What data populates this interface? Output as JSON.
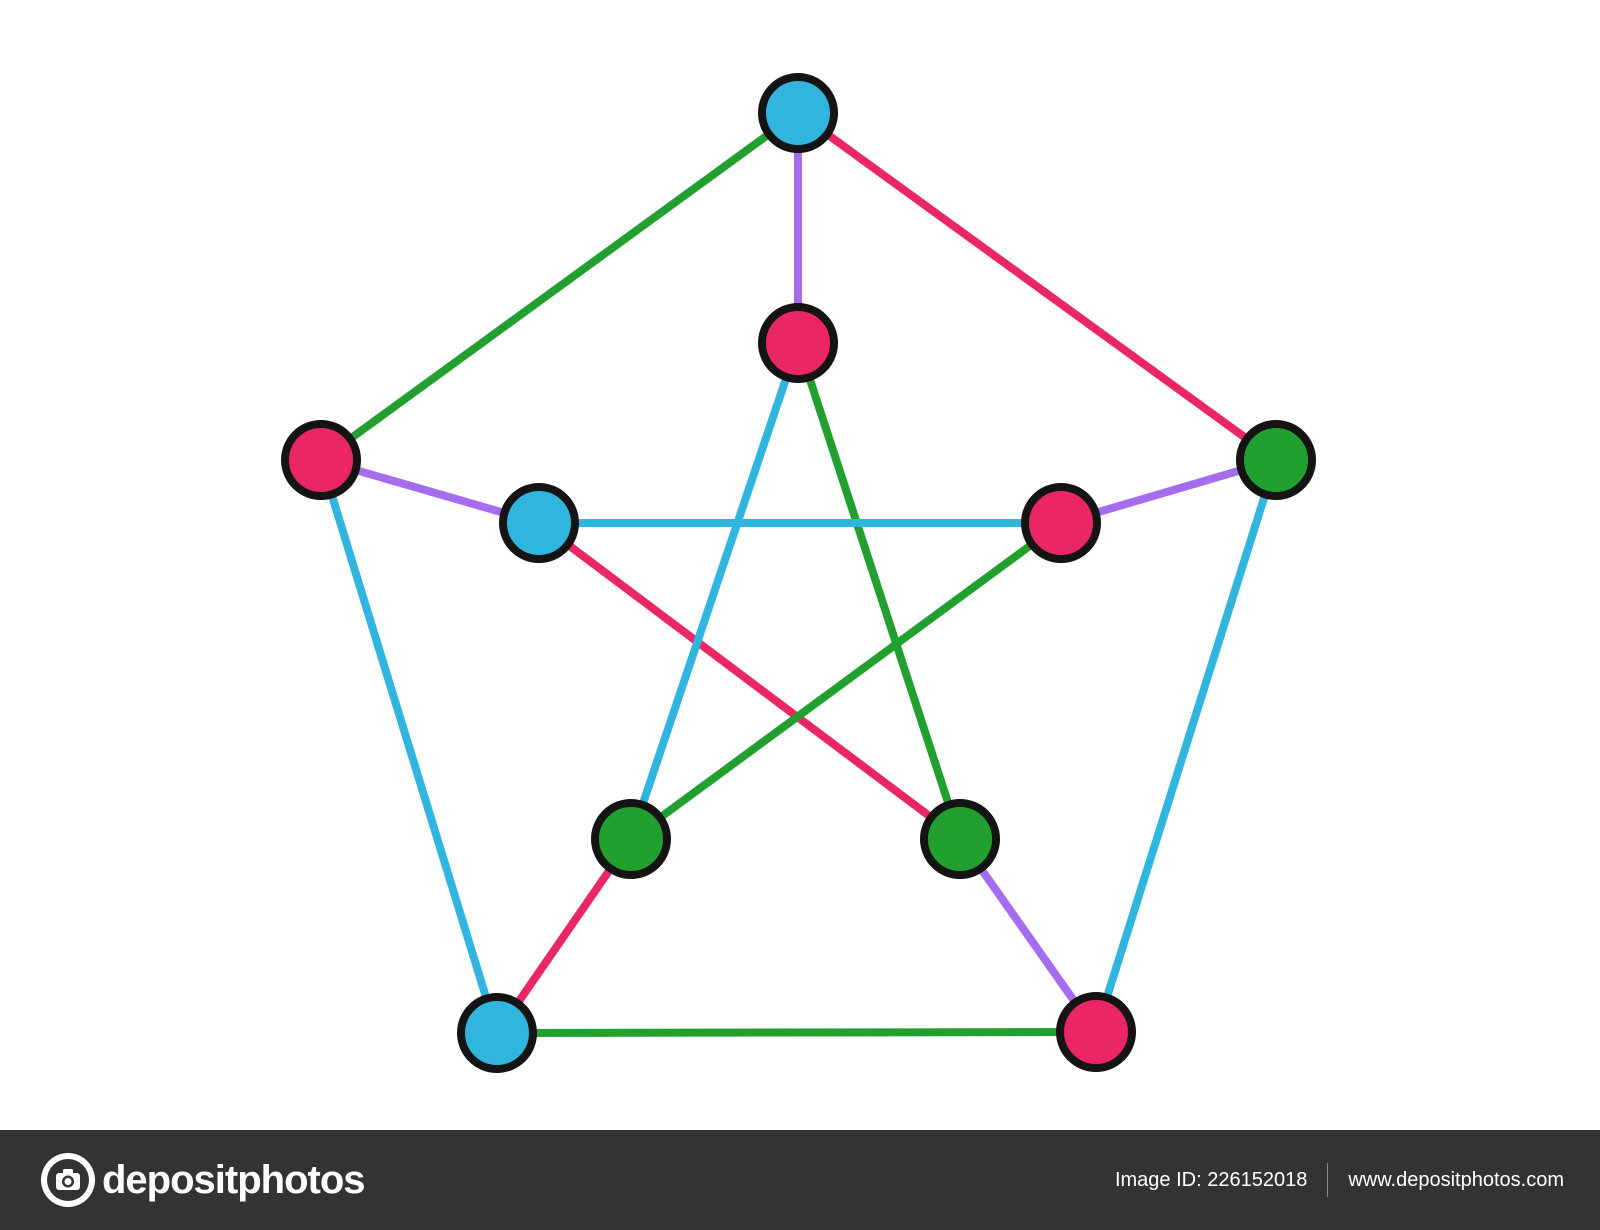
{
  "diagram": {
    "colors": {
      "blue": "#2fb5de",
      "pink": "#ea2664",
      "green": "#22a02f",
      "purple": "#a66cf0",
      "outline": "#141414"
    },
    "nodes": [
      {
        "id": "o0",
        "color": "blue"
      },
      {
        "id": "o1",
        "color": "green"
      },
      {
        "id": "o2",
        "color": "pink"
      },
      {
        "id": "o3",
        "color": "blue"
      },
      {
        "id": "o4",
        "color": "pink"
      },
      {
        "id": "i0",
        "color": "pink"
      },
      {
        "id": "i1",
        "color": "pink"
      },
      {
        "id": "i2",
        "color": "green"
      },
      {
        "id": "i3",
        "color": "green"
      },
      {
        "id": "i4",
        "color": "blue"
      }
    ],
    "edges": [
      {
        "from": "o0",
        "to": "o1",
        "color": "pink"
      },
      {
        "from": "o1",
        "to": "o2",
        "color": "blue"
      },
      {
        "from": "o2",
        "to": "o3",
        "color": "green"
      },
      {
        "from": "o3",
        "to": "o4",
        "color": "blue"
      },
      {
        "from": "o4",
        "to": "o0",
        "color": "green"
      },
      {
        "from": "o0",
        "to": "i0",
        "color": "purple"
      },
      {
        "from": "o1",
        "to": "i1",
        "color": "purple"
      },
      {
        "from": "o2",
        "to": "i2",
        "color": "purple"
      },
      {
        "from": "o3",
        "to": "i3",
        "color": "pink"
      },
      {
        "from": "o4",
        "to": "i4",
        "color": "purple"
      },
      {
        "from": "i0",
        "to": "i2",
        "color": "green"
      },
      {
        "from": "i2",
        "to": "i4",
        "color": "pink"
      },
      {
        "from": "i4",
        "to": "i1",
        "color": "blue"
      },
      {
        "from": "i1",
        "to": "i3",
        "color": "green"
      },
      {
        "from": "i3",
        "to": "i0",
        "color": "blue"
      }
    ]
  },
  "footer": {
    "brand_name": "depositphotos",
    "image_id": "Image ID: 226152018",
    "website": "www.depositphotos.com"
  }
}
